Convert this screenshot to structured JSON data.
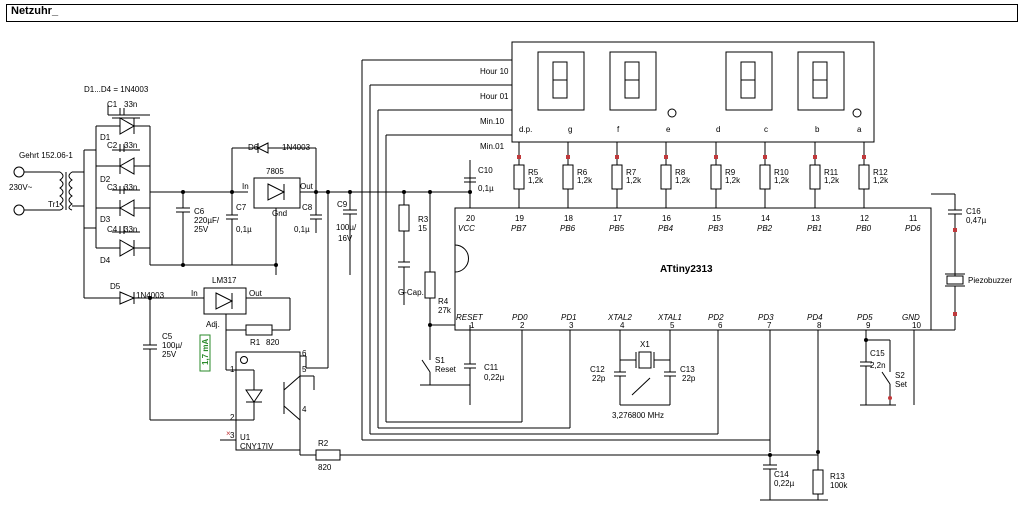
{
  "title": "Netzuhr_",
  "diode_note": "D1...D4 = 1N4003",
  "mains": {
    "transformer": "Gehrt 152.06-1",
    "voltage": "230V~",
    "label": "Tr1"
  },
  "bridge": [
    {
      "cap": "C1",
      "cap_value": "33n",
      "diode": "D1"
    },
    {
      "cap": "C2",
      "cap_value": "33n",
      "diode": "D2"
    },
    {
      "cap": "C3",
      "cap_value": "33n",
      "diode": "D3"
    },
    {
      "cap": "C4",
      "cap_value": "33n",
      "diode": "D4"
    }
  ],
  "parts": {
    "D6": "D6",
    "D6v": "1N4003",
    "D5": "D5",
    "D5v": "1N4003",
    "C6": "C6",
    "C6v1": "220µF/",
    "C6v2": "25V",
    "C7": "C7",
    "C7v": "0,1µ",
    "C8": "C8",
    "C8v": "0,1µ",
    "reg": "7805",
    "in": "In",
    "out": "Out",
    "gnd": "Gnd",
    "C9": "C9",
    "C9v1": "100µ/",
    "C9v2": "16V",
    "C10": "C10",
    "C10v": "0,1µ",
    "LM317": "LM317",
    "adj": "Adj.",
    "R1": "R1",
    "R1v": "820",
    "C5": "C5",
    "C5v1": "100µ/",
    "C5v2": "25V",
    "current": "1,7 mA",
    "U1": "U1",
    "U1v": "CNY17IV",
    "R2": "R2",
    "R2v": "820",
    "R3": "R3",
    "R3v": "15",
    "R4": "R4",
    "R4v": "27k",
    "gcap": "G-Cap.",
    "S1": "S1",
    "S1v": "Reset",
    "C11": "C11",
    "C11v": "0,22µ",
    "C12": "C12",
    "C12v": "22p",
    "C13": "C13",
    "C13v": "22p",
    "X1": "X1",
    "crystal": "3,276800 MHz",
    "C14": "C14",
    "C14v": "0,22µ",
    "R13": "R13",
    "R13v": "100k",
    "C15": "C15",
    "C15v": "2,2n",
    "S2": "S2",
    "S2v": "Set",
    "C16": "C16",
    "C16v": "0,47µ",
    "buzzer": "Piezobuzzer"
  },
  "display_lines": [
    "Hour 10",
    "Hour 01",
    "Min.10",
    "Min.01"
  ],
  "segments": [
    "d.p.",
    "g",
    "f",
    "e",
    "d",
    "c",
    "b",
    "a"
  ],
  "seg_resistors": [
    {
      "name": "R5",
      "value": "1,2k"
    },
    {
      "name": "R6",
      "value": "1,2k"
    },
    {
      "name": "R7",
      "value": "1,2k"
    },
    {
      "name": "R8",
      "value": "1,2k"
    },
    {
      "name": "R9",
      "value": "1,2k"
    },
    {
      "name": "R10",
      "value": "1,2k"
    },
    {
      "name": "R11",
      "value": "1,2k"
    },
    {
      "name": "R12",
      "value": "1,2k"
    }
  ],
  "mcu": {
    "name": "ATtiny2313",
    "top_pins": [
      {
        "num": "20",
        "name": "VCC"
      },
      {
        "num": "19",
        "name": "PB7"
      },
      {
        "num": "18",
        "name": "PB6"
      },
      {
        "num": "17",
        "name": "PB5"
      },
      {
        "num": "16",
        "name": "PB4"
      },
      {
        "num": "15",
        "name": "PB3"
      },
      {
        "num": "14",
        "name": "PB2"
      },
      {
        "num": "13",
        "name": "PB1"
      },
      {
        "num": "12",
        "name": "PB0"
      },
      {
        "num": "11",
        "name": "PD6"
      }
    ],
    "bottom_pins": [
      {
        "num": "1",
        "name": "RESET"
      },
      {
        "num": "2",
        "name": "PD0"
      },
      {
        "num": "3",
        "name": "PD1"
      },
      {
        "num": "4",
        "name": "XTAL2"
      },
      {
        "num": "5",
        "name": "XTAL1"
      },
      {
        "num": "6",
        "name": "PD2"
      },
      {
        "num": "7",
        "name": "PD3"
      },
      {
        "num": "8",
        "name": "PD4"
      },
      {
        "num": "9",
        "name": "PD5"
      },
      {
        "num": "10",
        "name": "GND"
      }
    ]
  },
  "opto_pins": [
    "1",
    "2",
    "3",
    "4",
    "5",
    "6"
  ]
}
